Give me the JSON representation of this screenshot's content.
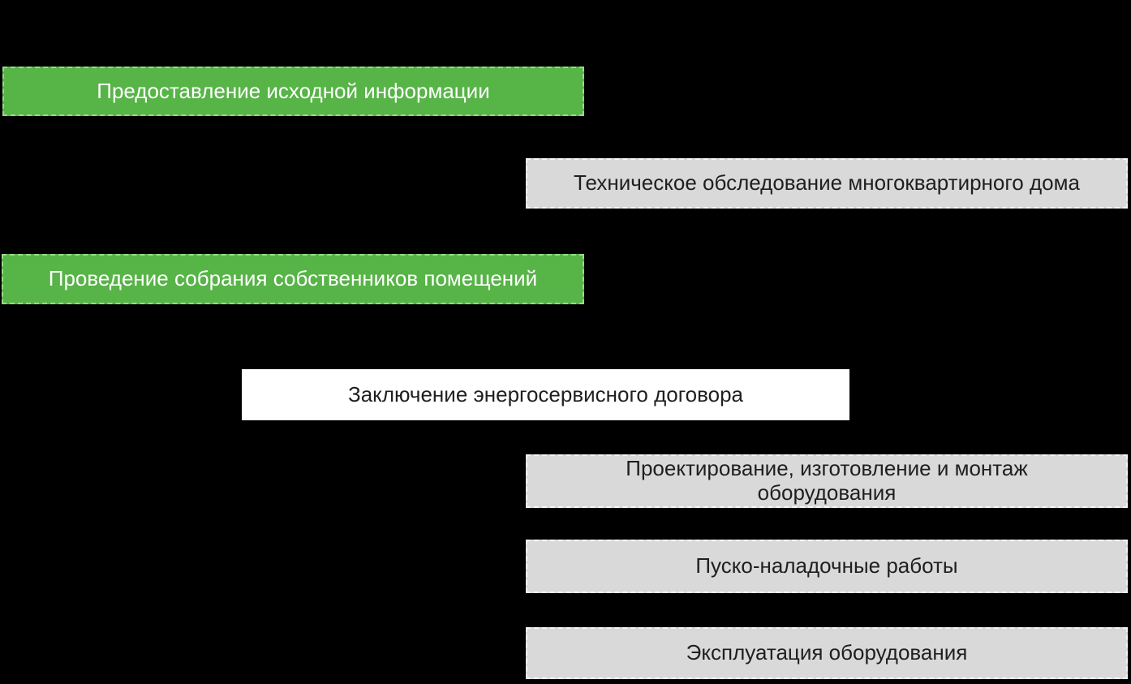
{
  "page": {
    "background": "#000000"
  },
  "colors": {
    "green": {
      "fill": "#57B447",
      "border": "#9BD98A",
      "text": "#FFFFFF"
    },
    "gray": {
      "fill": "#D9D9D9",
      "border": "#F5F5F5",
      "text": "#1F1F1F"
    },
    "white": {
      "fill": "#FFFFFF",
      "border": "#FFFFFF",
      "text": "#1F1F1F"
    }
  },
  "diagram": {
    "type": "process-flow",
    "boxes": [
      {
        "id": "provide-initial-information",
        "variant": "green",
        "label": "Предоставление исходной информации"
      },
      {
        "id": "technical-inspection",
        "variant": "gray",
        "label": "Техническое обследование многоквартирного дома"
      },
      {
        "id": "owners-meeting",
        "variant": "green",
        "label": "Проведение собрания собственников помещений"
      },
      {
        "id": "energy-service-contract",
        "variant": "white",
        "label": "Заключение энергосервисного договора"
      },
      {
        "id": "design-manufacture-installation",
        "variant": "gray",
        "label": "Проектирование, изготовление и монтаж\nоборудования"
      },
      {
        "id": "commissioning-works",
        "variant": "gray",
        "label": "Пуско-наладочные работы"
      },
      {
        "id": "equipment-operation",
        "variant": "gray",
        "label": "Эксплуатация оборудования"
      }
    ]
  }
}
